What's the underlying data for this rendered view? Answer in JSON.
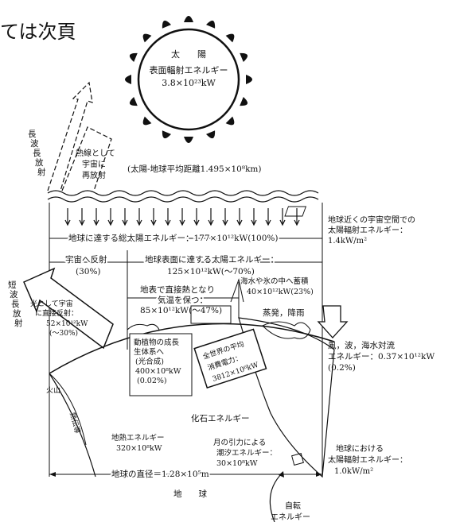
{
  "header_text": "ては次頁",
  "sun": {
    "title": "太　　陽",
    "line1": "表面輻射エネルギー",
    "line2": "3.8×10²³kW"
  },
  "sun_distance": "(太陽-地球平均距離1.495×10⁸km)",
  "longwave_left": {
    "l1": "長",
    "l2": "波",
    "l3": "長",
    "l4": "放",
    "l5": "射"
  },
  "reradiation": {
    "l1": "熱線として",
    "l2": "宇宙に",
    "l3": "再放射"
  },
  "space_near_earth": {
    "l1": "地球近くの宇宙空間での",
    "l2": "太陽輻射エネルギー：",
    "l3": "1.4kW/m²"
  },
  "total_solar": "地球に達する総太陽エネルギー：177×10¹²kW(100%)",
  "reflect_space": {
    "l1": "宇宙へ反射",
    "l2": "(30%)"
  },
  "surface_reach": {
    "l1": "地球表面に達する太陽エネルギー：",
    "l2": "125×10¹²kW(～70%)"
  },
  "direct_heat": {
    "l1": "地表で直接熱となり",
    "l2": "気温を保つ：",
    "l3": "85×10¹²kW(～47%)"
  },
  "storage": {
    "l1": "海水や氷の中へ蓄積",
    "l2": "40×10¹²kW(23%)"
  },
  "evaporation": "蒸発，降雨",
  "shortwave": {
    "l1": "短",
    "l2": "波",
    "l3": "長",
    "l4": "放",
    "l5": "射"
  },
  "light_reflect": {
    "l1": "光として宇宙",
    "l2": "に直接反射：",
    "l3": "52×10¹²kW",
    "l4": "(～30%)"
  },
  "wind_wave": {
    "l1": "風，波，海水対流",
    "l2": "エネルギー：0.37×10¹²kW",
    "l3": "(0.2%)"
  },
  "plants": {
    "l1": "動植物の成長",
    "l2": "生体系へ",
    "l3": "(光合成)",
    "l4": "400×10⁸kW",
    "l5": "(0.02%)"
  },
  "world_power": {
    "l1": "全世界の平均",
    "l2": "消費電力：",
    "l3": "3812×10⁶kW"
  },
  "conduction": "熱伝導",
  "volcano": "火山",
  "fossil": "化石エネルギー",
  "geothermal": {
    "l1": "地熱エネルギー",
    "l2": "320×10⁸kW"
  },
  "tidal": {
    "l1": "月の引力による",
    "l2": "潮汐エネルギー：",
    "l3": "30×10⁸kW"
  },
  "earth_solar": {
    "l1": "地球における",
    "l2": "太陽輻射エネルギー：",
    "l3": "1.0kW/m²"
  },
  "diameter": "地球の直径＝1.28×10⁵m",
  "earth_label": "地　　球",
  "rotation": {
    "l1": "自転",
    "l2": "エネルギー"
  }
}
